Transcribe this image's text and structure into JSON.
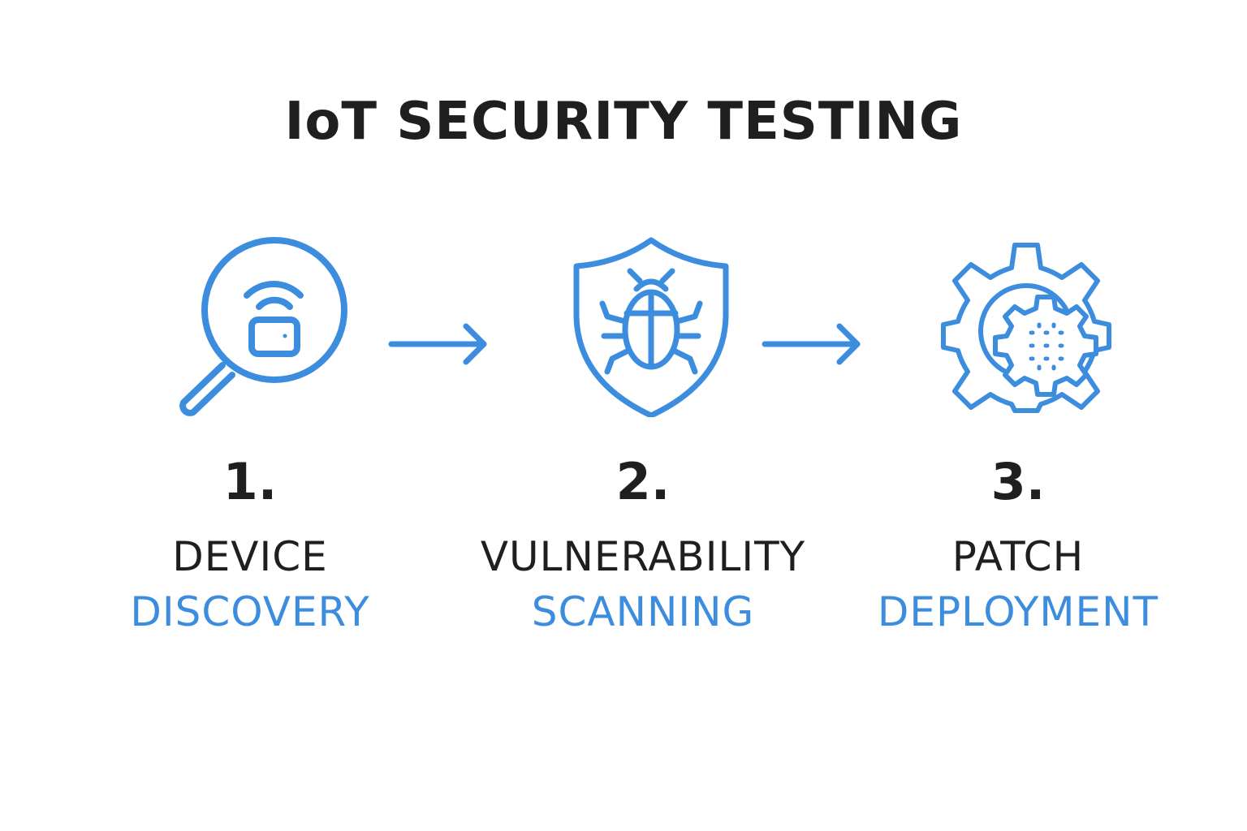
{
  "title": "IoT SECURITY TESTING",
  "colors": {
    "accent": "#3d8ddf",
    "text": "#1f1f1f",
    "background": "#ffffff"
  },
  "steps": [
    {
      "number": "1.",
      "line1": "DEVICE",
      "line2": "DISCOVERY",
      "icon": "magnifier-device-icon"
    },
    {
      "number": "2.",
      "line1": "VULNERABILITY",
      "line2": "SCANNING",
      "icon": "shield-bug-icon"
    },
    {
      "number": "3.",
      "line1": "PATCH",
      "line2": "DEPLOYMENT",
      "icon": "gear-chip-icon"
    }
  ],
  "connectors": [
    {
      "icon": "arrow-right-icon"
    },
    {
      "icon": "arrow-right-icon"
    }
  ]
}
